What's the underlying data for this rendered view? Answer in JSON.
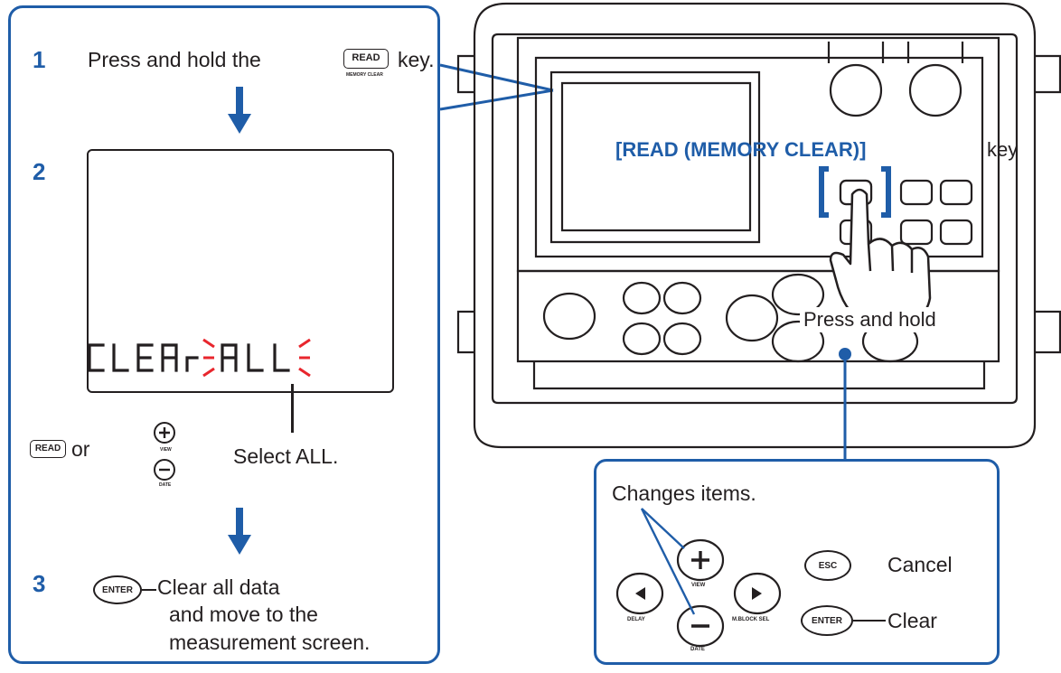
{
  "steps": [
    {
      "number": "1",
      "pre": "Press and hold the",
      "post": "key."
    },
    {
      "number": "2"
    },
    {
      "number": "3",
      "lines": [
        "Clear all data",
        "and move to the",
        "measurement screen."
      ]
    }
  ],
  "keys": {
    "read": "READ",
    "memory_clear": "MEMORY CLEAR",
    "enter": "ENTER",
    "esc": "ESC",
    "view": "VIEW",
    "date": "DATE",
    "delay": "DELAY",
    "mblock": "M.BLOCK SEL"
  },
  "lcd": {
    "segment_text": "CLEAR",
    "sep": "-",
    "selection": "ALL",
    "blink_color": "#e8262d"
  },
  "select_row": {
    "or": "or",
    "caption": "Select ALL."
  },
  "device": {
    "key_label": "[READ (MEMORY CLEAR)]",
    "key_suffix": "key",
    "press_hold": "Press and hold"
  },
  "legend": {
    "changes": "Changes items.",
    "cancel": "Cancel",
    "clear": "Clear"
  },
  "colors": {
    "accent": "#1f5da8",
    "blink": "#e8262d",
    "ink": "#231f20"
  }
}
